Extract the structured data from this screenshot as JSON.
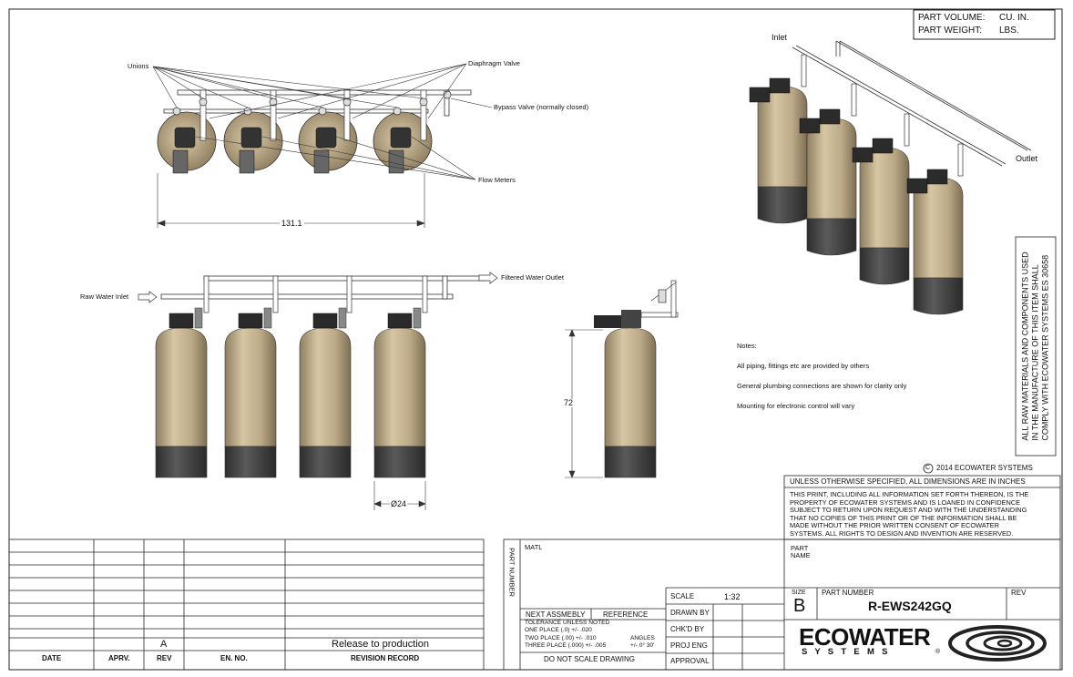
{
  "part_info": {
    "volume_label": "PART VOLUME:",
    "volume_unit": "CU. IN.",
    "weight_label": "PART WEIGHT:",
    "weight_unit": "LBS."
  },
  "top_view": {
    "unions": "Unions",
    "diaphragm_valve": "Diaphragm Valve",
    "bypass_valve": "Bypass Valve (normally closed)",
    "flow_meters": "Flow Meters",
    "width_dim": "131.1"
  },
  "front_view": {
    "raw_inlet": "Raw Water Inlet",
    "filtered_outlet": "Filtered Water Outlet",
    "diameter_dim": "Ø24"
  },
  "side_view": {
    "height_dim": "72"
  },
  "iso_view": {
    "inlet": "Inlet",
    "outlet": "Outlet"
  },
  "notes": {
    "title": "Notes:",
    "items": [
      "All piping, fittings etc are provided by others",
      "General plumbing connections are shown for clarity only",
      "Mounting for electronic control will vary"
    ]
  },
  "side_statement": {
    "lines": [
      "ALL RAW MATERIALS AND COMPONENTS USED",
      "IN THE MANUFACTURE OF THIS ITEM SHALL",
      "COMPLY WITH ECOWATER SYSTEMS ES 30658"
    ]
  },
  "copyright": "2014 ECOWATER SYSTEMS",
  "copyright_symbol": "C",
  "unless_specified": "UNLESS OTHERWISE SPECIFIED, ALL DIMENSIONS ARE IN INCHES",
  "confidential": [
    "THIS PRINT, INCLUDING ALL INFORMATION SET FORTH THEREON, IS THE",
    "PROPERTY OF ECOWATER SYSTEMS AND IS LOANED IN CONFIDENCE",
    "SUBJECT TO RETURN UPON REQUEST AND WITH THE UNDERSTANDING",
    "THAT NO COPIES OF THIS PRINT OR OF THE INFORMATION SHALL BE",
    "MADE WITHOUT THE PRIOR WRITTEN CONSENT OF ECOWATER",
    "SYSTEMS. ALL RIGHTS TO DESIGN AND INVENTION ARE RESERVED."
  ],
  "revision_table": {
    "headers": [
      "DATE",
      "APRV.",
      "REV",
      "EN. NO.",
      "REVISION RECORD"
    ],
    "rev": "A",
    "record": "Release to production"
  },
  "title_block": {
    "part_number_vertical": "PART NUMBER",
    "matl": "MATL",
    "part_name": [
      "PART",
      "NAME"
    ],
    "next_assembly": "NEXT ASSMEBLY",
    "reference": "REFERENCE",
    "tolerance_title": "TOLERANCE UNLESS NOTED",
    "tol_one": "ONE PLACE   (.0)   +/-  .020",
    "tol_two": "TWO PLACE   (.00)  +/-  .010",
    "tol_three": "THREE PLACE  (.000) +/-  .005",
    "angles_label": "ANGLES",
    "angles_value": "+/- 0° 30'",
    "do_not_scale": "DO NOT SCALE DRAWING",
    "scale_label": "SCALE",
    "scale_value": "1:32",
    "drawn_by": "DRAWN BY",
    "chkd_by": "CHK'D BY",
    "proj_eng": "PROJ ENG",
    "approval": "APPROVAL",
    "size_label": "SIZE",
    "size_value": "B",
    "part_number_label": "PART NUMBER",
    "part_number_value": "R-EWS242GQ",
    "rev_label": "REV"
  },
  "logo": {
    "line1": "ECOWATER",
    "line2": "S Y S T E M S",
    "reg": "®"
  },
  "colors": {
    "tank": "#c4b391",
    "tank_base": "#4a4a4a",
    "line": "#222222"
  }
}
